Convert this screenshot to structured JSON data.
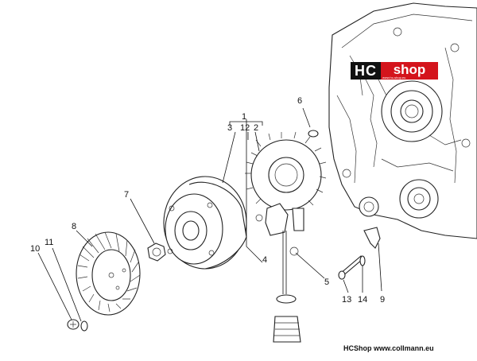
{
  "logo": {
    "hc": "HC",
    "shop": "shop",
    "sub": "www.hc-shop.eu"
  },
  "footer": "HCShop www.collmann.eu",
  "labels": {
    "l1": "1",
    "l3": "3",
    "l12": "12",
    "l2": "2",
    "l4": "4",
    "l5": "5",
    "l6": "6",
    "l7": "7",
    "l8": "8",
    "l9": "9",
    "l10": "10",
    "l11": "11",
    "l13": "13",
    "l14": "14"
  }
}
